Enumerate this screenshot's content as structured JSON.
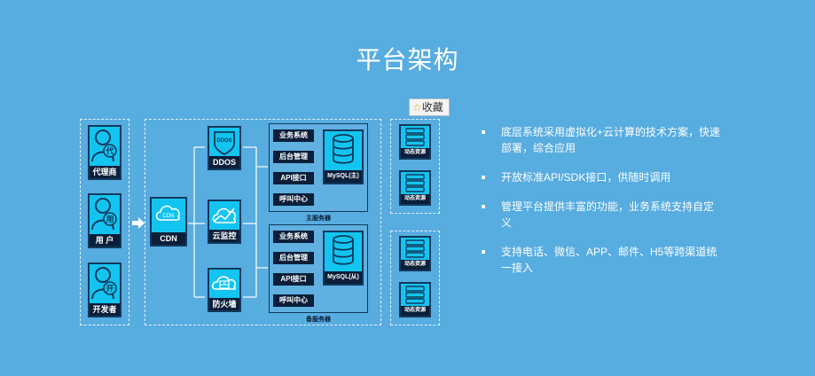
{
  "title": "平台架构",
  "favorite": {
    "star": "☆",
    "label": "收藏"
  },
  "users": [
    {
      "badge": "代",
      "label": "代理商"
    },
    {
      "badge": "用",
      "label": "用 户"
    },
    {
      "badge": "开",
      "label": "开发者"
    }
  ],
  "cdn": {
    "icon_text": "CDN",
    "label": "CDN"
  },
  "services": [
    {
      "icon_text": "DDOS",
      "label": "DDOS"
    },
    {
      "label": "云监控"
    },
    {
      "label": "防火墙"
    }
  ],
  "main_server": {
    "items": [
      "业务系统",
      "后台管理",
      "API接口",
      "呼叫中心"
    ],
    "db_label": "MySQL(主)",
    "caption": "主服务器"
  },
  "backup_server": {
    "items": [
      "业务系统",
      "后台管理",
      "API接口",
      "呼叫中心"
    ],
    "db_label": "MySQL(从)",
    "caption": "备服务器"
  },
  "resources": [
    "动态资源",
    "动态资源",
    "动态资源",
    "动态资源"
  ],
  "bullets": [
    "底层系统采用虚拟化+云计算的技术方案，快速部署，综合应用",
    "开放标准API/SDK接口，供随时调用",
    "管理平台提供丰富的功能，业务系统支持自定义",
    "支持电话、微信、APP、邮件、H5等跨渠道统一接入"
  ],
  "colors": {
    "background": "#57ace0",
    "box": "#14c4f0",
    "label": "#0b1f3a"
  }
}
